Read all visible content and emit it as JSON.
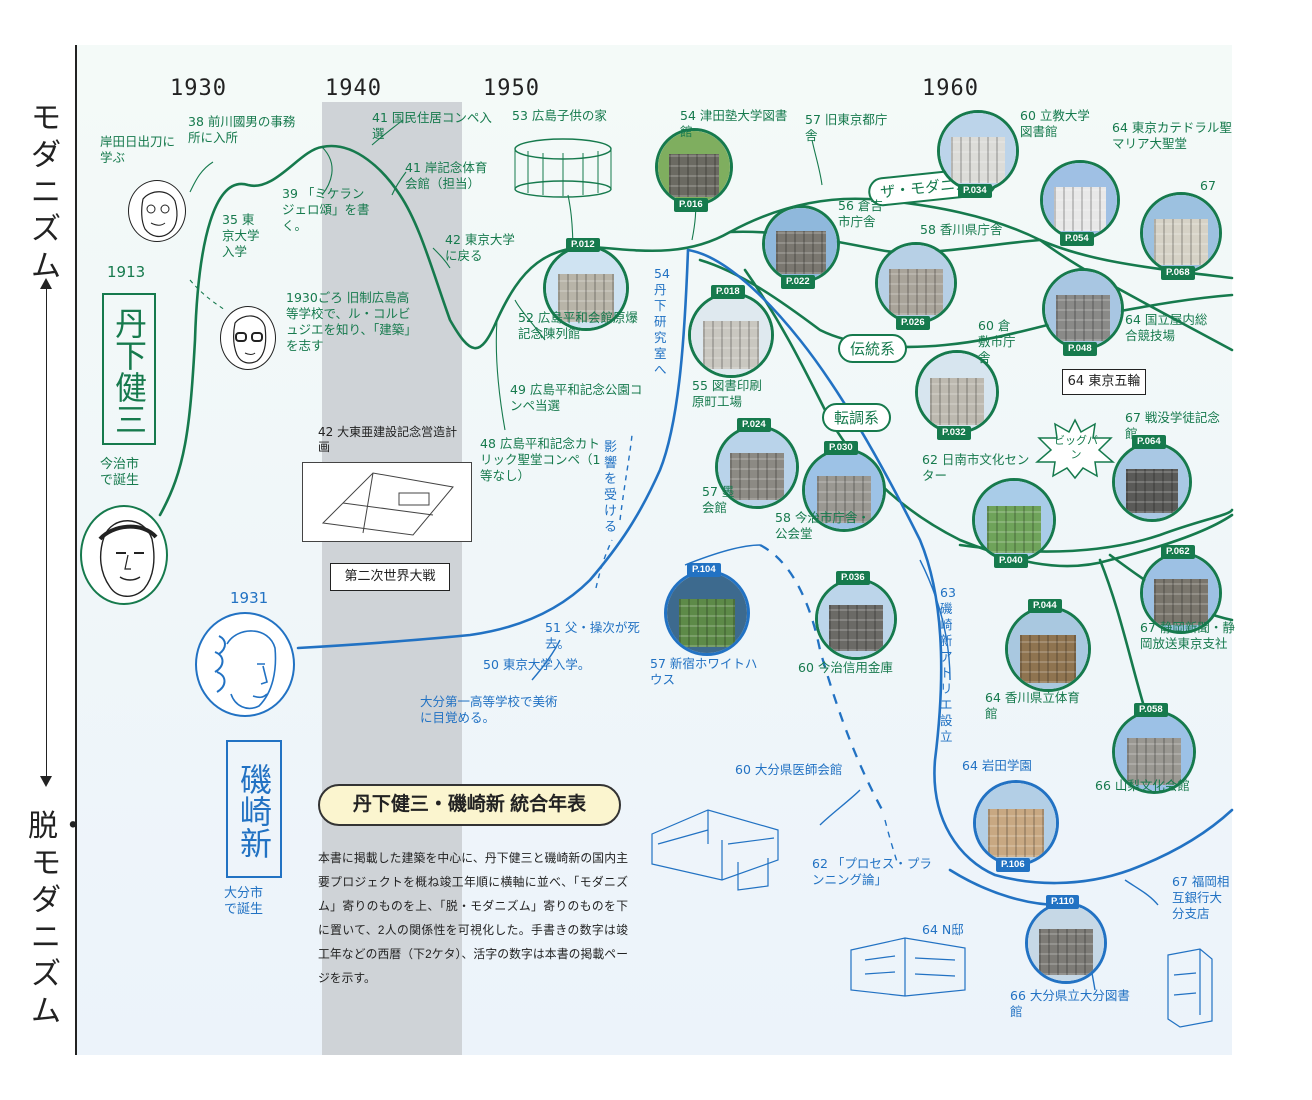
{
  "title": "丹下健三・磯崎新 統合年表",
  "caption": "本書に掲載した建築を中心に、丹下健三と磯崎新の国内主要プロジェクトを概ね竣工年順に横軸に並べ、「モダニズム」寄りのものを上、「脱・モダニズム」寄りのものを下に置いて、2人の関係性を可視化した。手書きの数字は竣工年などの西暦（下2ケタ）、活字の数字は本書の掲載ページを示す。",
  "axis": {
    "top": "モダニズム",
    "bottom": "脱・モダニズム"
  },
  "years": [
    "1930",
    "1940",
    "1950",
    "1960"
  ],
  "colors": {
    "tange": "#167a4d",
    "isozaki": "#2272c3",
    "war_band": "#cfd3d7",
    "title_bg": "#fbf5cf"
  },
  "people": {
    "tange": {
      "born": "1913",
      "name": "丹下健三",
      "born_note": "今治市で誕生"
    },
    "isozaki": {
      "born": "1931",
      "name": "磯崎新",
      "born_note": "大分市で誕生"
    }
  },
  "war_label": "第二次世界大戦",
  "olympic_label": "64 東京五輪",
  "badges": {
    "modernism": "ザ・モダニズム",
    "tradition": "伝統系",
    "shift": "転調系",
    "bigbang": "ビッグバン"
  },
  "tange_notes": [
    "岸田日出刀に学ぶ",
    "38 前川國男の事務所に入所",
    "35 東京大学入学",
    "39 「ミケランジェロ頌」を書く。",
    "1930ごろ 旧制広島高等学校で、ル・コルビュジエを知り、「建築」を志す",
    "41 国民住居コンペ入選",
    "41 岸記念体育会館（担当）",
    "42 東京大学に戻る",
    "42 大東亜建設記念営造計画",
    "49 広島平和記念公園コンペ当選",
    "48 広島平和記念カトリック聖堂コンペ（1等なし）",
    "53 広島子供の家",
    "影響を受ける"
  ],
  "isozaki_notes": [
    "大分第一高等学校で美術に目覚める。",
    "50 東京大学入学。",
    "51 父・操次が死去。",
    "54 丹下研究室へ",
    "63 磯崎新アトリエ設立",
    "60 大分県医師会館",
    "62 「プロセス・プランニング論」",
    "64 N邸",
    "67 福岡相互銀行大分支店",
    "57 新宿ホワイトハウス"
  ],
  "works": [
    {
      "page": "P.012",
      "label": "52 広島平和会館原爆記念陳列館"
    },
    {
      "page": "P.016",
      "label": "54 津田塾大学図書館"
    },
    {
      "page": "P.018",
      "label": "55 図書印刷原町工場"
    },
    {
      "page": "P.022",
      "label": "56 倉吉市庁舎"
    },
    {
      "page": "P.024",
      "label": "57 墨会館"
    },
    {
      "page": "P.026",
      "label": "58 香川県庁舎"
    },
    {
      "page": "P.030",
      "label": "58 今治市庁舎・公会堂"
    },
    {
      "page": "P.032",
      "label": "60 倉敷市庁舎"
    },
    {
      "page": "P.034",
      "label": "60 立教大学図書館"
    },
    {
      "page": "P.036",
      "label": "60 今治信用金庫"
    },
    {
      "page": "P.040",
      "label": "62 日南市文化センター"
    },
    {
      "page": "P.044",
      "label": "64 香川県立体育館"
    },
    {
      "page": "P.048",
      "label": "64 国立屋内総合競技場"
    },
    {
      "page": "P.054",
      "label": "64 東京カテドラル聖マリア大聖堂"
    },
    {
      "page": "P.058",
      "label": "66 山梨文化会館"
    },
    {
      "page": "P.062",
      "label": "67 静岡新聞・静岡放送東京支社"
    },
    {
      "page": "P.064",
      "label": "67 戦没学徒記念館"
    },
    {
      "page": "P.068",
      "label": "67"
    },
    {
      "page": "P.104",
      "label": "57 新宿ホワイトハウス"
    },
    {
      "page": "P.106",
      "label": "64 岩田学園"
    },
    {
      "page": "P.110",
      "label": "66 大分県立大分図書館"
    }
  ],
  "other_labels": [
    "57 旧東京都庁舎"
  ]
}
